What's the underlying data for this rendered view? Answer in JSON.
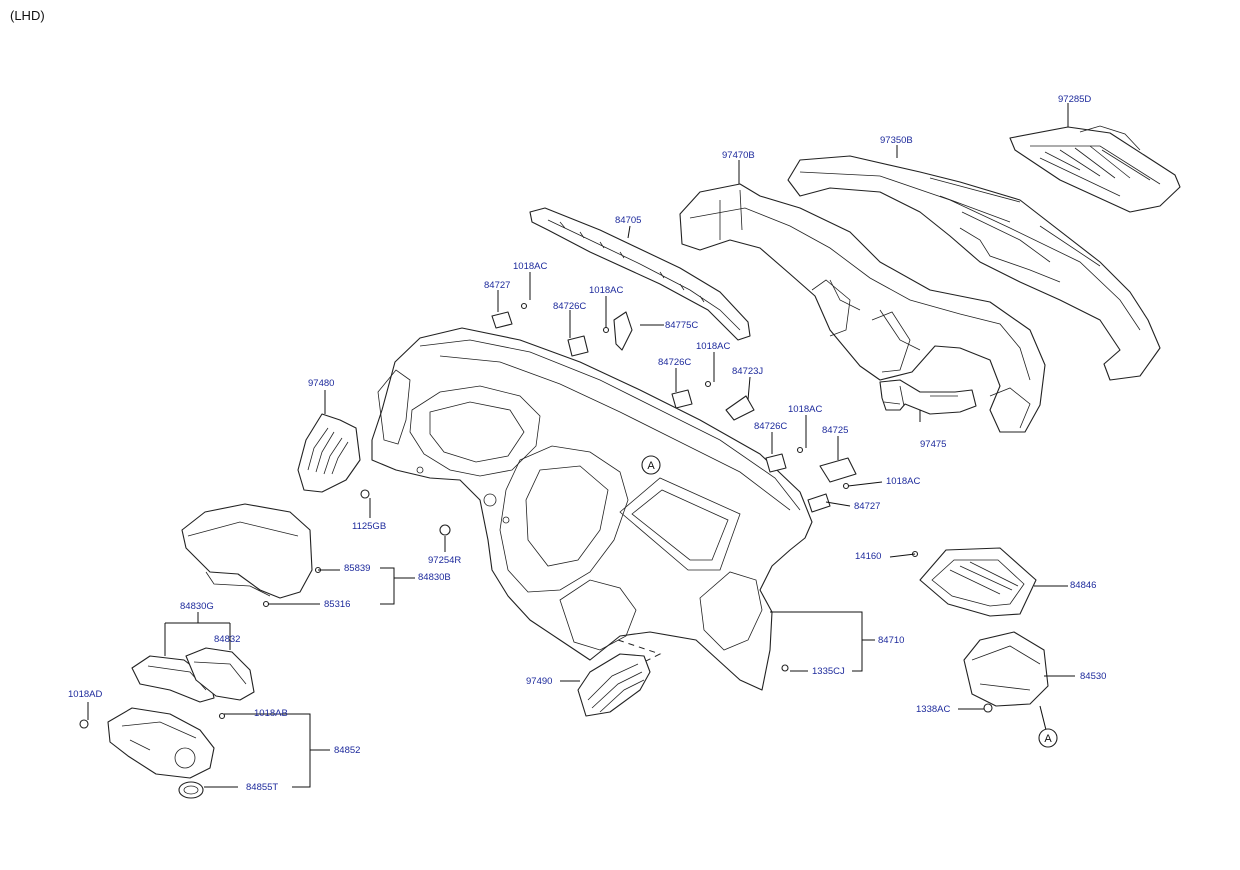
{
  "view_label": "(LHD)",
  "callout_letter": "A",
  "parts": {
    "p97285D": "97285D",
    "p97350B": "97350B",
    "p97470B": "97470B",
    "p84705": "84705",
    "p1018AC_a": "1018AC",
    "p84727_a": "84727",
    "p1018AC_b": "1018AC",
    "p84726C_a": "84726C",
    "p84775C": "84775C",
    "p1018AC_c": "1018AC",
    "p84726C_b": "84726C",
    "p84723J": "84723J",
    "p97480": "97480",
    "p1018AC_d": "1018AC",
    "p84726C_c": "84726C",
    "p84725": "84725",
    "p97475": "97475",
    "p1018AC_e": "1018AC",
    "p84727_b": "84727",
    "p1125GB": "1125GB",
    "p97254R": "97254R",
    "p85839": "85839",
    "p84830B": "84830B",
    "p85316": "85316",
    "p14160": "14160",
    "p84846": "84846",
    "p84830G": "84830G",
    "p84832": "84832",
    "p84710": "84710",
    "p1335CJ": "1335CJ",
    "p97490": "97490",
    "p84530": "84530",
    "p1018AD": "1018AD",
    "p1018AB": "1018AB",
    "p1338AC": "1338AC",
    "p84852": "84852",
    "p84855T": "84855T"
  }
}
